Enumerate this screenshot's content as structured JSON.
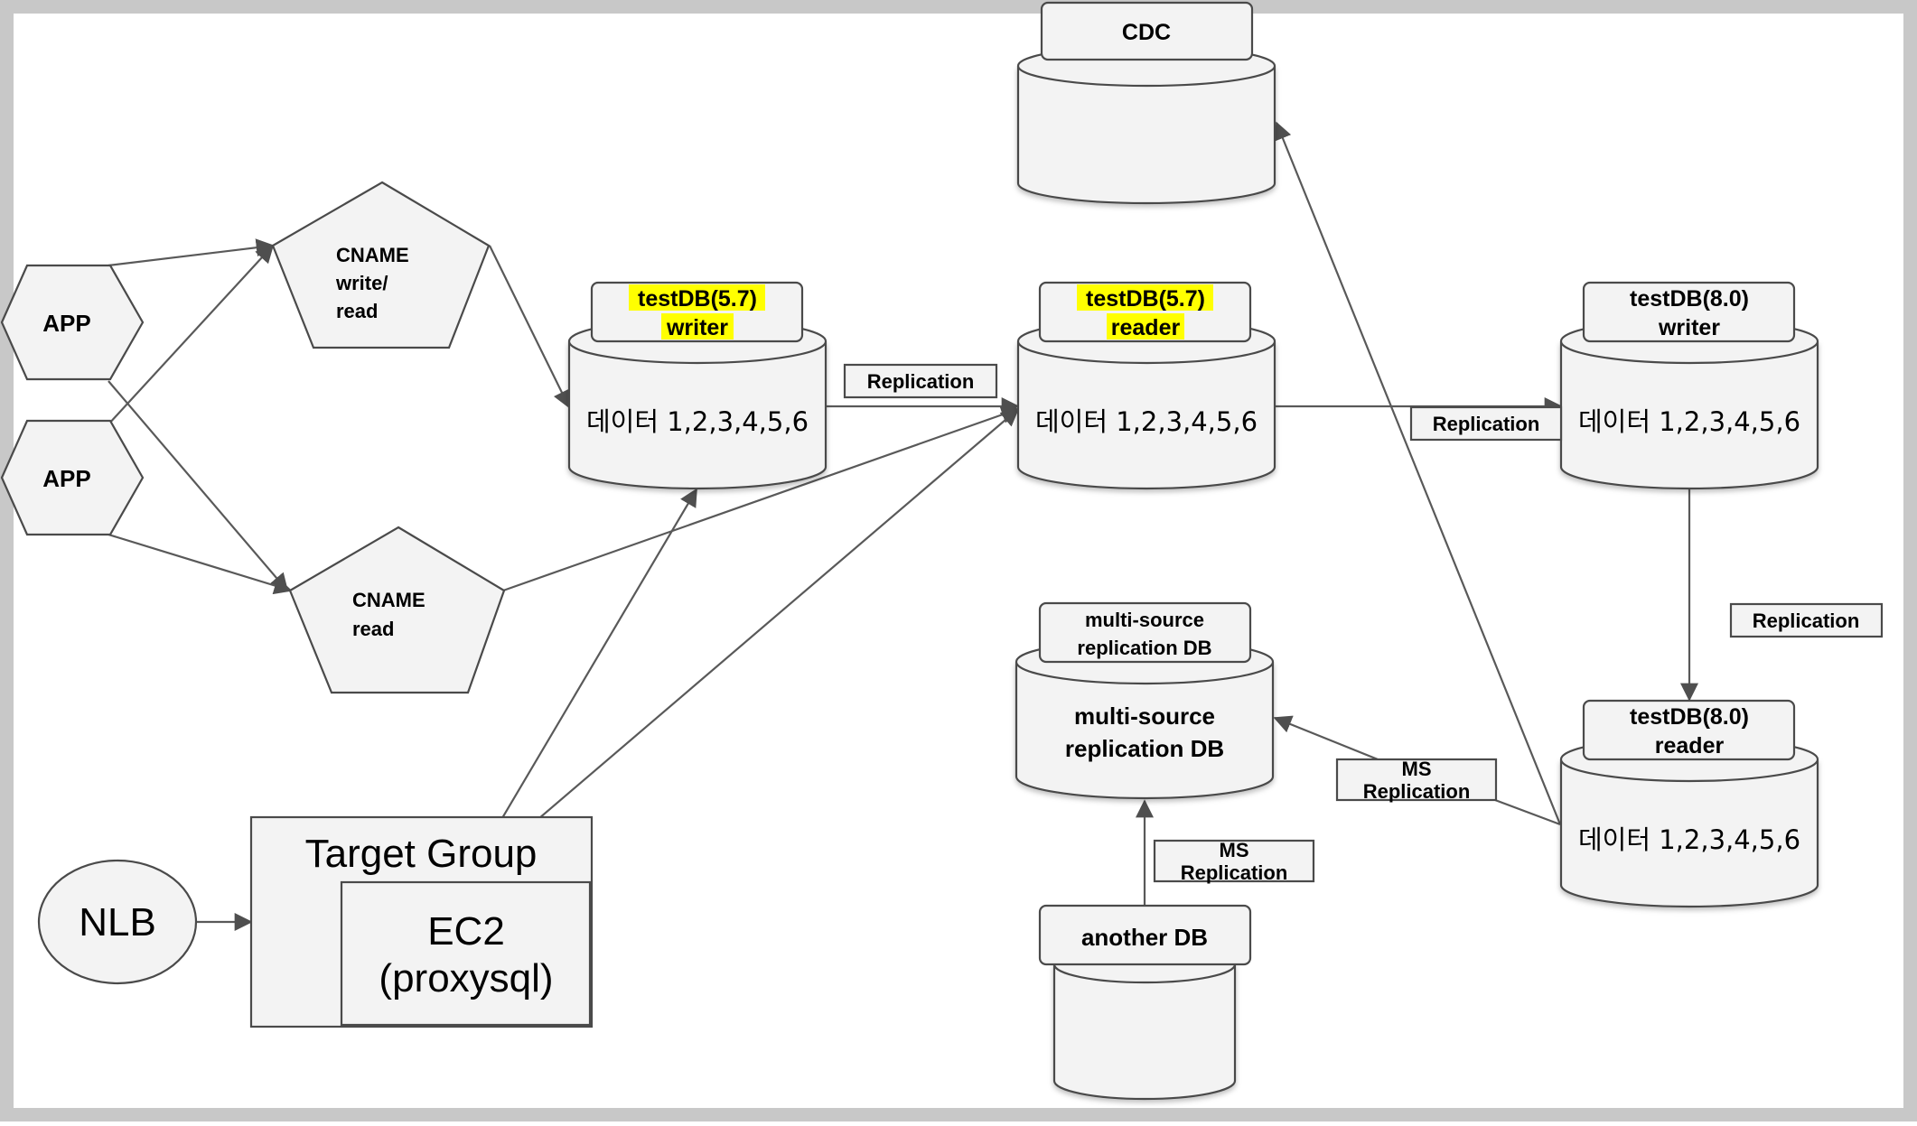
{
  "nodes": {
    "app1": {
      "label": "APP"
    },
    "app2": {
      "label": "APP"
    },
    "cname_write": {
      "lines": [
        "CNAME",
        "write/",
        "read"
      ]
    },
    "cname_read": {
      "lines": [
        "CNAME",
        "read"
      ]
    },
    "db57_writer": {
      "title": [
        "testDB(5.7)",
        "writer"
      ],
      "highlighted": true,
      "body": "데이터 1,2,3,4,5,6"
    },
    "db57_reader": {
      "title": [
        "testDB(5.7)",
        "reader"
      ],
      "highlighted": true,
      "body": "데이터 1,2,3,4,5,6"
    },
    "db80_writer": {
      "title": [
        "testDB(8.0)",
        "writer"
      ],
      "highlighted": false,
      "body": "데이터 1,2,3,4,5,6"
    },
    "db80_reader": {
      "title": [
        "testDB(8.0)",
        "reader"
      ],
      "highlighted": false,
      "body": "데이터 1,2,3,4,5,6"
    },
    "cdc": {
      "title": "CDC"
    },
    "ms_db": {
      "title": [
        "multi-source",
        "replication DB"
      ],
      "body": [
        "multi-source",
        "replication DB"
      ]
    },
    "another_db": {
      "title": "another DB"
    },
    "nlb": {
      "label": "NLB"
    },
    "target_group": {
      "label": "Target Group"
    },
    "ec2": {
      "lines": [
        "EC2",
        "(proxysql)"
      ]
    }
  },
  "edge_labels": {
    "rep_57": "Replication",
    "rep_57_80": "Replication",
    "rep_80": "Replication",
    "ms_rep_80": [
      "MS",
      "Replication"
    ],
    "ms_rep_another": [
      "MS",
      "Replication"
    ]
  },
  "colors": {
    "highlight": "#ffff00",
    "shape_fill": "#f3f3f3",
    "stroke": "#4a4a4a",
    "frame": "#c8c8c8"
  }
}
